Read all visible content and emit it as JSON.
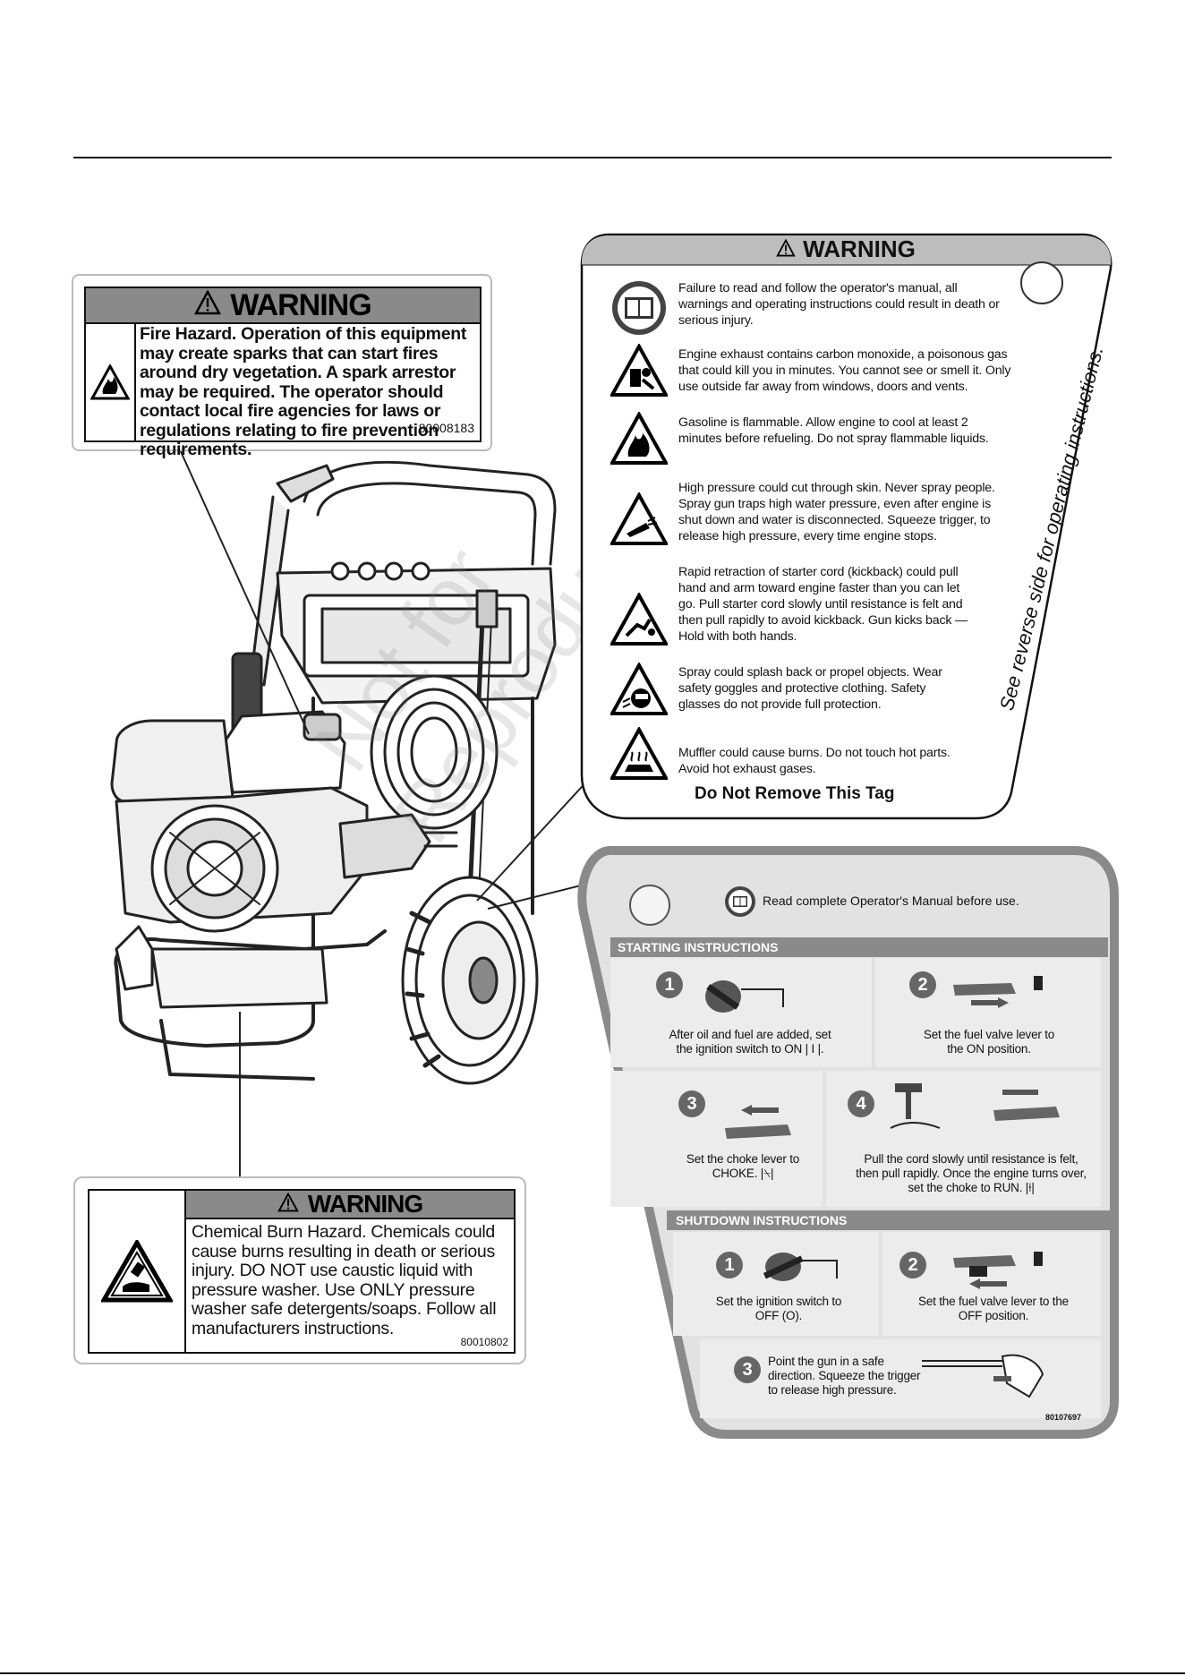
{
  "fire_label": {
    "header": "WARNING",
    "title": "Fire Hazard.",
    "body": "Operation of this equipment may create sparks that can start fires around dry vegetation. A spark arrestor may be required. The operator should contact local fire agencies for laws or regulations relating to fire prevention requirements.",
    "code": "80008183"
  },
  "chem_label": {
    "header": "WARNING",
    "body": "Chemical Burn Hazard. Chemicals could cause burns resulting in death or serious injury. DO NOT use caustic liquid with pressure washer. Use ONLY pressure washer safe detergents/soaps. Follow all manufacturers instructions.",
    "code": "80010802"
  },
  "warning_tag": {
    "header": "WARNING",
    "items": [
      {
        "icon": "manual-icon",
        "text": "Failure to read and follow the operator's manual, all warnings and operating instructions could result in death or serious injury."
      },
      {
        "icon": "carbon-monoxide-icon",
        "text": "Engine exhaust contains carbon monoxide, a poisonous gas that could kill you in minutes. You cannot see or smell it. Only use outside far away from windows, doors and vents."
      },
      {
        "icon": "flammable-icon",
        "text": "Gasoline is flammable. Allow engine to cool at least 2 minutes before refueling. Do not spray flammable liquids."
      },
      {
        "icon": "high-pressure-icon",
        "text": "High pressure could cut through skin. Never spray people. Spray gun traps high water pressure, even after engine is shut down and water is disconnected. Squeeze trigger, to release high pressure, every time engine stops."
      },
      {
        "icon": "kickback-icon",
        "text": "Rapid retraction of starter cord (kickback) could pull hand and arm toward engine faster than you can let go. Pull starter cord slowly until resistance is felt and then pull rapidly to avoid kickback. Gun kicks back — Hold with both hands."
      },
      {
        "icon": "goggles-icon",
        "text": "Spray could splash back or propel objects. Wear safety goggles and protective clothing. Safety glasses do not provide full protection."
      },
      {
        "icon": "hot-surface-icon",
        "text": "Muffler could cause burns. Do not touch hot parts. Avoid hot exhaust gases."
      }
    ],
    "footer": "Do Not Remove This Tag",
    "side_note": "See reverse side for operating instructions."
  },
  "instructions_tag": {
    "read_note": "Read complete Operator's Manual before use.",
    "starting_title": "STARTING INSTRUCTIONS",
    "starting_steps": [
      {
        "num": "1",
        "text": "After oil and fuel are added, set the ignition switch to ON | I |."
      },
      {
        "num": "2",
        "text": "Set the fuel valve lever to the ON position."
      },
      {
        "num": "3",
        "text": "Set the choke lever to CHOKE. |⍀|"
      },
      {
        "num": "4",
        "text": "Pull the cord slowly until resistance is felt, then pull rapidly. Once the engine turns over, set the choke to RUN. |⍿|"
      }
    ],
    "shutdown_title": "SHUTDOWN INSTRUCTIONS",
    "shutdown_steps": [
      {
        "num": "1",
        "text": "Set the ignition switch to OFF (O)."
      },
      {
        "num": "2",
        "text": "Set the fuel valve lever to the OFF position."
      },
      {
        "num": "3",
        "text": "Point the gun in a safe direction. Squeeze the trigger to release high pressure."
      }
    ],
    "code": "80107697"
  },
  "watermark": {
    "line1": "Not for",
    "line2": "Reproduction"
  }
}
